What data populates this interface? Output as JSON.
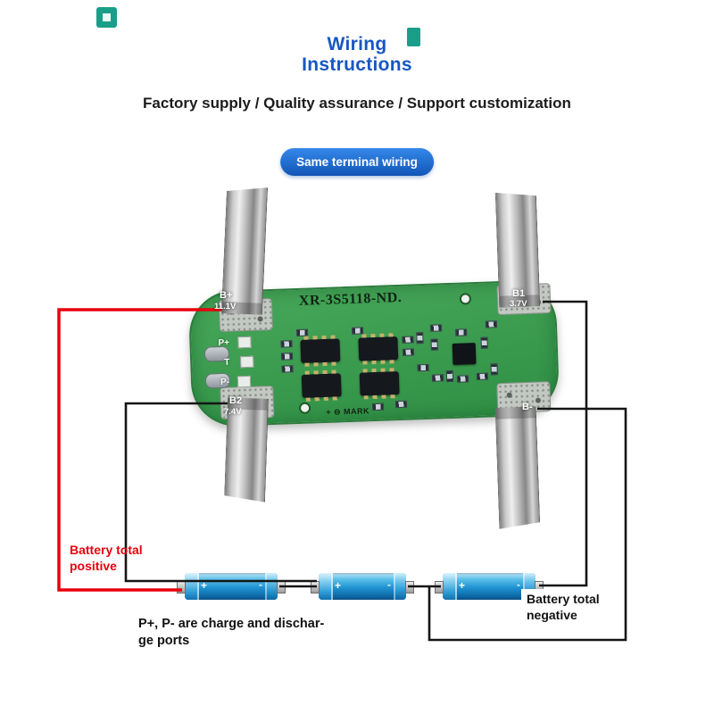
{
  "header": {
    "title_line1": "Wiring",
    "title_line2": "Instructions",
    "subtitle": "Factory supply / Quality assurance / Support customization",
    "badge_label": "Same terminal wiring"
  },
  "board": {
    "model": "XR-3S5118-ND.",
    "polarity_mark": "+ ⊖ MARK",
    "terminals": {
      "b_plus_label": "B+",
      "b_plus_voltage": "11.1V",
      "b1_label": "B1",
      "b1_voltage": "3.7V",
      "b2_label": "B2",
      "b2_voltage": "7.4V",
      "b_minus_label": "B-"
    },
    "port_labels": [
      "P+",
      "T",
      "P-"
    ]
  },
  "annotations": {
    "positive_line1": "Battery total",
    "positive_line2": "positive",
    "negative_line1": "Battery total",
    "negative_line2": "negative",
    "note_line1": "P+, P- are charge and dischar-",
    "note_line2": "ge ports"
  },
  "battery": {
    "plus": "+",
    "minus": "-"
  },
  "colors": {
    "title_blue": "#1757c2",
    "badge_blue": "#1f6fd6",
    "pcb_green": "#3aa050",
    "wire_red": "#e8000d",
    "wire_black": "#151515",
    "battery_blue": "#1f93d2",
    "watermark_teal": "#1b9e89"
  }
}
